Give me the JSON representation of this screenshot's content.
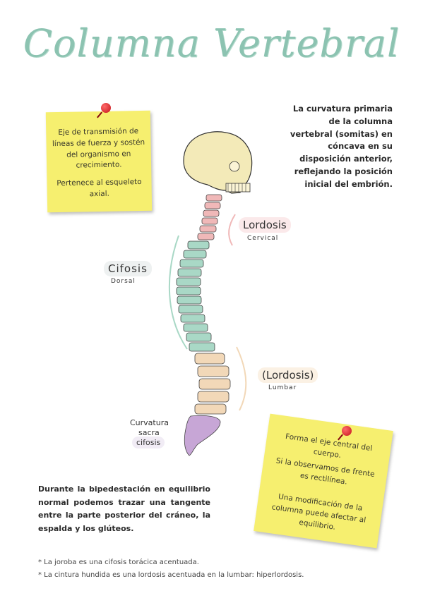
{
  "title": "Columna Vertebral",
  "note_left": {
    "line1": "Eje de transmisión de líneas de fuerza y sostén del organismo en crecimiento.",
    "line2": "Pertenece al esqueleto axial."
  },
  "text_right": "La curvatura primaria de la columna vertebral (somitas) en cóncava en su disposición anterior, reflejando la posición inicial del embrión.",
  "labels": {
    "lordosis_cervical": "Lordosis",
    "lordosis_cervical_sub": "Cervical",
    "cifosis_dorsal": "Cifosis",
    "cifosis_dorsal_sub": "Dorsal",
    "lordosis_lumbar": "(Lordosis)",
    "lordosis_lumbar_sub": "Lumbar",
    "sacra_1": "Curvatura",
    "sacra_2": "sacra",
    "sacra_3": "cifosis"
  },
  "text_left": "Durante la bipedestación en equilibrio normal podemos trazar una tangente entre la parte posterior del cráneo, la espalda y los glúteos.",
  "note_right": {
    "p1": "Forma el eje central del cuerpo.",
    "p2": "Si la observamos de frente es rectilínea.",
    "p3": "Una modificación de la columna puede afectar al equilibrio."
  },
  "footnotes": [
    "* La joroba es una cifosis torácica acentuada.",
    "* La cintura hundida es una lordosis acentuada en la lumbar: hiperlordosis."
  ],
  "colors": {
    "title": "#8cc3b1",
    "note": "#f6ef6f",
    "cervical": "#f0b8b8",
    "thoracic": "#a9d8c6",
    "lumbar": "#f2d8b8",
    "sacrum": "#c7a6d6",
    "skull": "#f3eab8"
  }
}
